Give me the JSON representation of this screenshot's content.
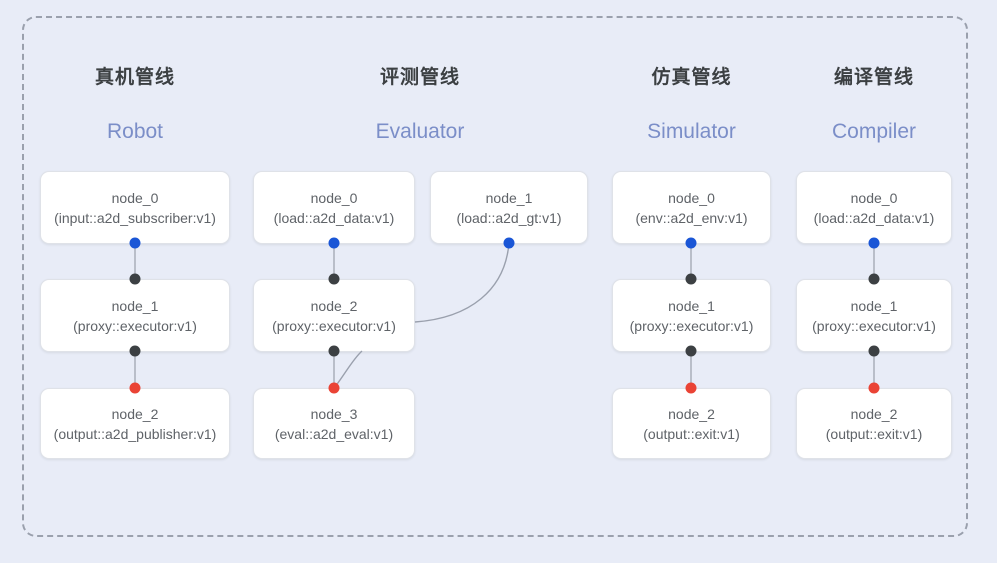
{
  "diagram": {
    "frame_label": "pipeline-group",
    "background_color": "#e8ecf7",
    "accent_color": "#7b8ec8",
    "port_colors": {
      "output_blue": "#1a56d6",
      "link_dark": "#3c4043",
      "input_red": "#ea4335"
    }
  },
  "columns": [
    {
      "id": "robot",
      "title_cn": "真机管线",
      "title_en": "Robot",
      "nodes": [
        {
          "name": "node_0",
          "type": "(input::a2d_subscriber:v1)"
        },
        {
          "name": "node_1",
          "type": "(proxy::executor:v1)"
        },
        {
          "name": "node_2",
          "type": "(output::a2d_publisher:v1)"
        }
      ]
    },
    {
      "id": "evaluator",
      "title_cn": "评测管线",
      "title_en": "Evaluator",
      "nodes": [
        {
          "name": "node_0",
          "type": "(load::a2d_data:v1)"
        },
        {
          "name": "node_1",
          "type": "(load::a2d_gt:v1)"
        },
        {
          "name": "node_2",
          "type": "(proxy::executor:v1)"
        },
        {
          "name": "node_3",
          "type": "(eval::a2d_eval:v1)"
        }
      ]
    },
    {
      "id": "simulator",
      "title_cn": "仿真管线",
      "title_en": "Simulator",
      "nodes": [
        {
          "name": "node_0",
          "type": "(env::a2d_env:v1)"
        },
        {
          "name": "node_1",
          "type": "(proxy::executor:v1)"
        },
        {
          "name": "node_2",
          "type": "(output::exit:v1)"
        }
      ]
    },
    {
      "id": "compiler",
      "title_cn": "编译管线",
      "title_en": "Compiler",
      "nodes": [
        {
          "name": "node_0",
          "type": "(load::a2d_data:v1)"
        },
        {
          "name": "node_1",
          "type": "(proxy::executor:v1)"
        },
        {
          "name": "node_2",
          "type": "(output::exit:v1)"
        }
      ]
    }
  ]
}
